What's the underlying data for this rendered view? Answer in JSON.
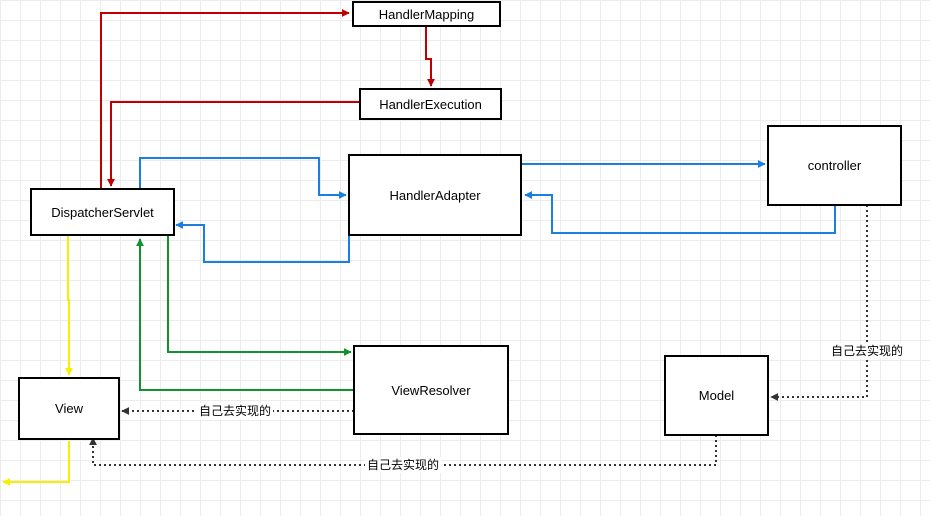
{
  "nodes": {
    "handler_mapping": "HandlerMapping",
    "handler_execution": "HandlerExecution",
    "dispatcher_servlet": "DispatcherServlet",
    "handler_adapter": "HandlerAdapter",
    "controller": "controller",
    "view_resolver": "ViewResolver",
    "view": "View",
    "model": "Model"
  },
  "edge_labels": {
    "viewresolver_to_view": "自己去实现的",
    "controller_to_model": "自己去实现的",
    "model_to_view": "自己去实现的"
  },
  "colors": {
    "red": "#c00000",
    "blue": "#1a7fe0",
    "green": "#12922d",
    "yellow": "#f5f000",
    "dotted": "#333333",
    "box_border": "#000000"
  }
}
